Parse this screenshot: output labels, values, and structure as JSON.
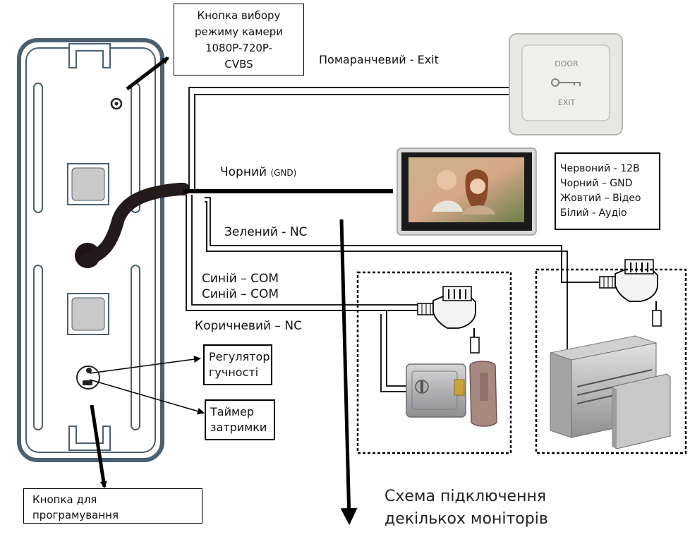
{
  "labels": {
    "camera_mode_button": [
      "Кнопка вибору",
      "режиму камери",
      "1080P-720P-",
      "CVBS"
    ],
    "orange_exit": "Помаранчевий - Exit",
    "black_gnd_main": "Чорний",
    "black_gnd_suffix": "(GND)",
    "green_nc": "Зелений - NC",
    "blue_com_1": "Синій – COM",
    "blue_com_2": "Синій – COM",
    "brown_nc": "Коричневий – NC",
    "monitor_wires": [
      "Червоний - 12В",
      "Чорний – GND",
      "Жовтий – Відео",
      "Білий - Аудіо"
    ],
    "volume_regulator": [
      "Регулятор",
      "гучності"
    ],
    "delay_timer": [
      "Таймер",
      "затримки"
    ],
    "programming_button": [
      "Кнопка для",
      "програмування"
    ],
    "multi_monitor_scheme": [
      "Схема підключення",
      "декількох моніторів"
    ],
    "exit_button_face": [
      "DOOR",
      "EXIT"
    ]
  },
  "colors": {
    "panel_outline": "#4a6070",
    "wire": "#000000",
    "cable": "#231a1a",
    "button_face": "#e9e7e2",
    "monitor_frame": "#1a1a1a",
    "monitor_bezel": "#d9d9d9",
    "lock_body": "#a9a9ad",
    "lock_handle": "#a8897f",
    "maglock": "#b9b9bd",
    "supply": "#f4f4f4"
  }
}
